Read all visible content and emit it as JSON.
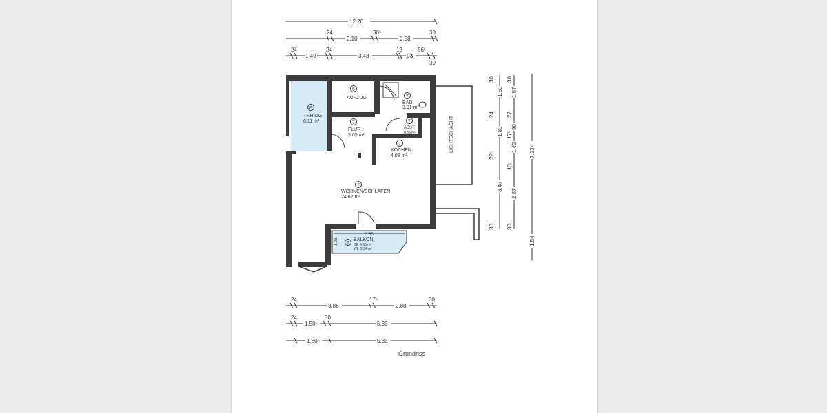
{
  "colors": {
    "wall": "#3b3d3d",
    "highlight": "#d6ebf5",
    "page": "#ffffff",
    "background": "#ececec"
  },
  "top_dimensions": {
    "row1": [
      "12.20"
    ],
    "row2": [
      "24",
      "2.10",
      "30⁵",
      "2.58",
      "30"
    ],
    "row3": [
      "24",
      "1.49",
      "24",
      "3.48",
      "13",
      "93",
      "56⁵",
      "30"
    ]
  },
  "bottom_dimensions": {
    "row1": [
      "24",
      "3.86",
      "17⁵",
      "2.80",
      "30"
    ],
    "row2": [
      "24",
      "1.50⁵",
      "30",
      "5.33"
    ],
    "row3": [
      "1.80⁵",
      "5.33"
    ]
  },
  "right_dimensions": {
    "col1": [
      "30",
      "1.60",
      "24",
      "1.80",
      "22⁵",
      "3.47",
      "30"
    ],
    "col2": [
      "30",
      "1.57",
      "27",
      "90",
      "17⁵",
      "1.42",
      "13",
      "2.87",
      "30"
    ],
    "col3": [
      "7.93⁵",
      "1.54"
    ]
  },
  "rooms": [
    {
      "number": "6",
      "name": "AUFZUG",
      "area": ""
    },
    {
      "number": "6",
      "name": "TRH OG",
      "area": "6.11 m²"
    },
    {
      "number": "7",
      "name": "BAD",
      "area": "3.91 m²"
    },
    {
      "number": "7",
      "name": "FLUR",
      "area": "5.05 m²"
    },
    {
      "number": "7",
      "name": "ABST.",
      "area": "0.86 m²"
    },
    {
      "number": "7",
      "name": "KOCHEN",
      "area": "4.08 m²"
    },
    {
      "number": "7",
      "name": "WOHNEN/SCHLAFEN",
      "area": "24.62 m²"
    },
    {
      "number": "7",
      "name": "BALKON",
      "area": "Gfl. 4.65 m²",
      "area2": "Wfl. 2.34 m²"
    }
  ],
  "balcony_dims": {
    "width": "3.85",
    "depth": "1.25"
  },
  "shaft_label": "LICHTSCHACHT",
  "caption": "Grundriss"
}
